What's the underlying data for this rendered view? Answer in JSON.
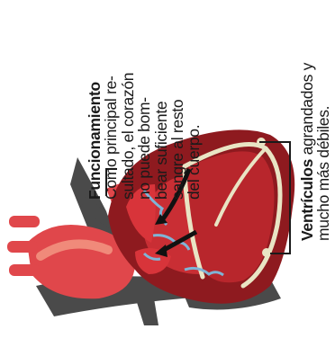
{
  "labels": {
    "funcionamiento": {
      "title": "Funcionamiento",
      "lines": [
        "Como principal re-",
        "sultado, el corazón",
        "no puede bom-",
        "bear suficiente",
        "sangre al resto",
        "del cuerpo."
      ]
    },
    "ventriculos": {
      "title": "Ventrículos",
      "rest_line1": " agrandados y",
      "line2": "mucho más débiles."
    }
  },
  "colors": {
    "heart_dark": "#8e1a1f",
    "heart_mid": "#b8262c",
    "heart_light": "#d8343a",
    "vessel_gray": "#4a4a4a",
    "artery_red": "#e0474b",
    "artery_pink": "#f08a7a",
    "wall_cream": "#e9e4c4",
    "vein_blue": "#7fb4d6"
  }
}
